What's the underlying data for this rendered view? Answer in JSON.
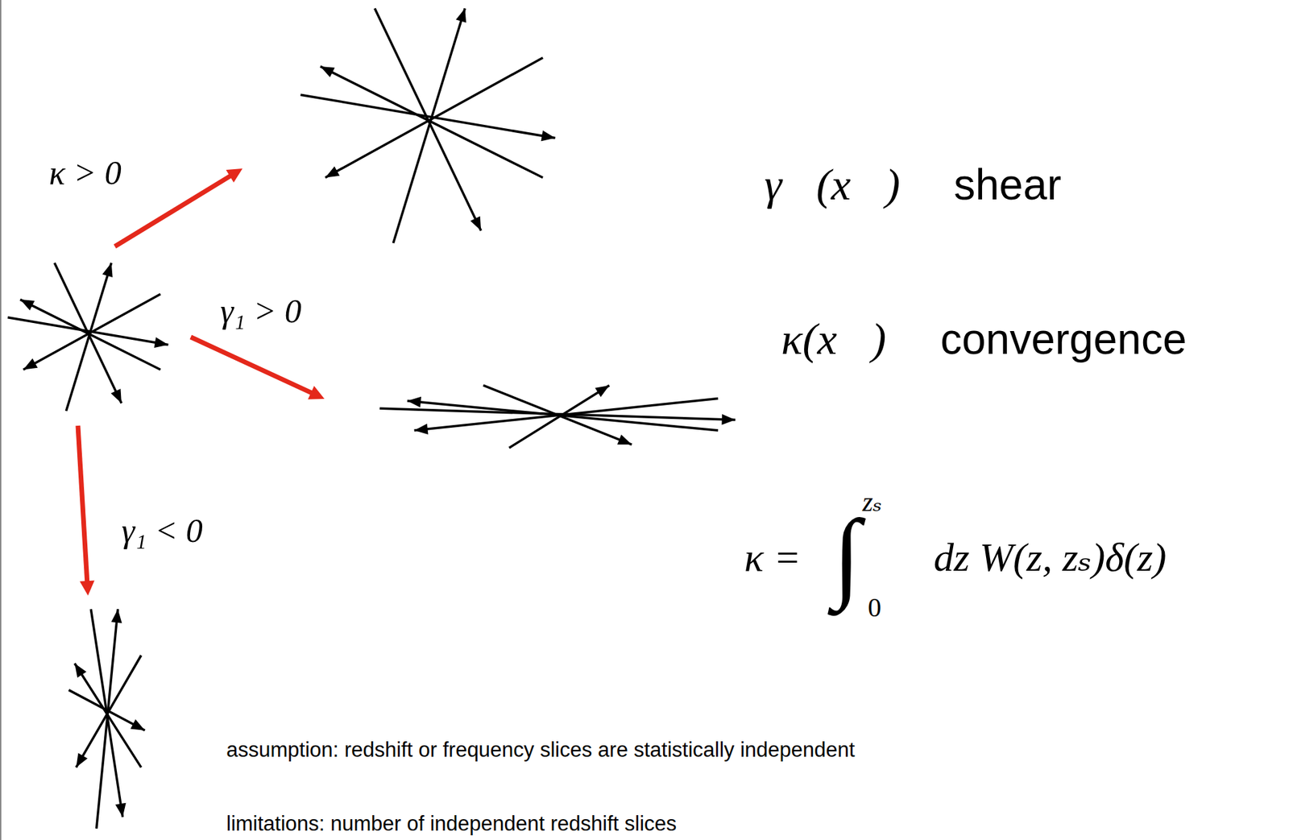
{
  "diagram": {
    "labels": [
      "κ > 0",
      "γ₁ > 0",
      "γ₁ < 0",
      "γ⃗(x⃗)",
      "shear",
      "κ(x⃗)",
      "convergence",
      "κ =",
      "∫",
      "zₛ",
      "0",
      "dz W(z, zₛ)δ(z)",
      "assumption: redshift or frequency slices are statistically independent",
      "limitations: number of independent redshift slices"
    ]
  }
}
